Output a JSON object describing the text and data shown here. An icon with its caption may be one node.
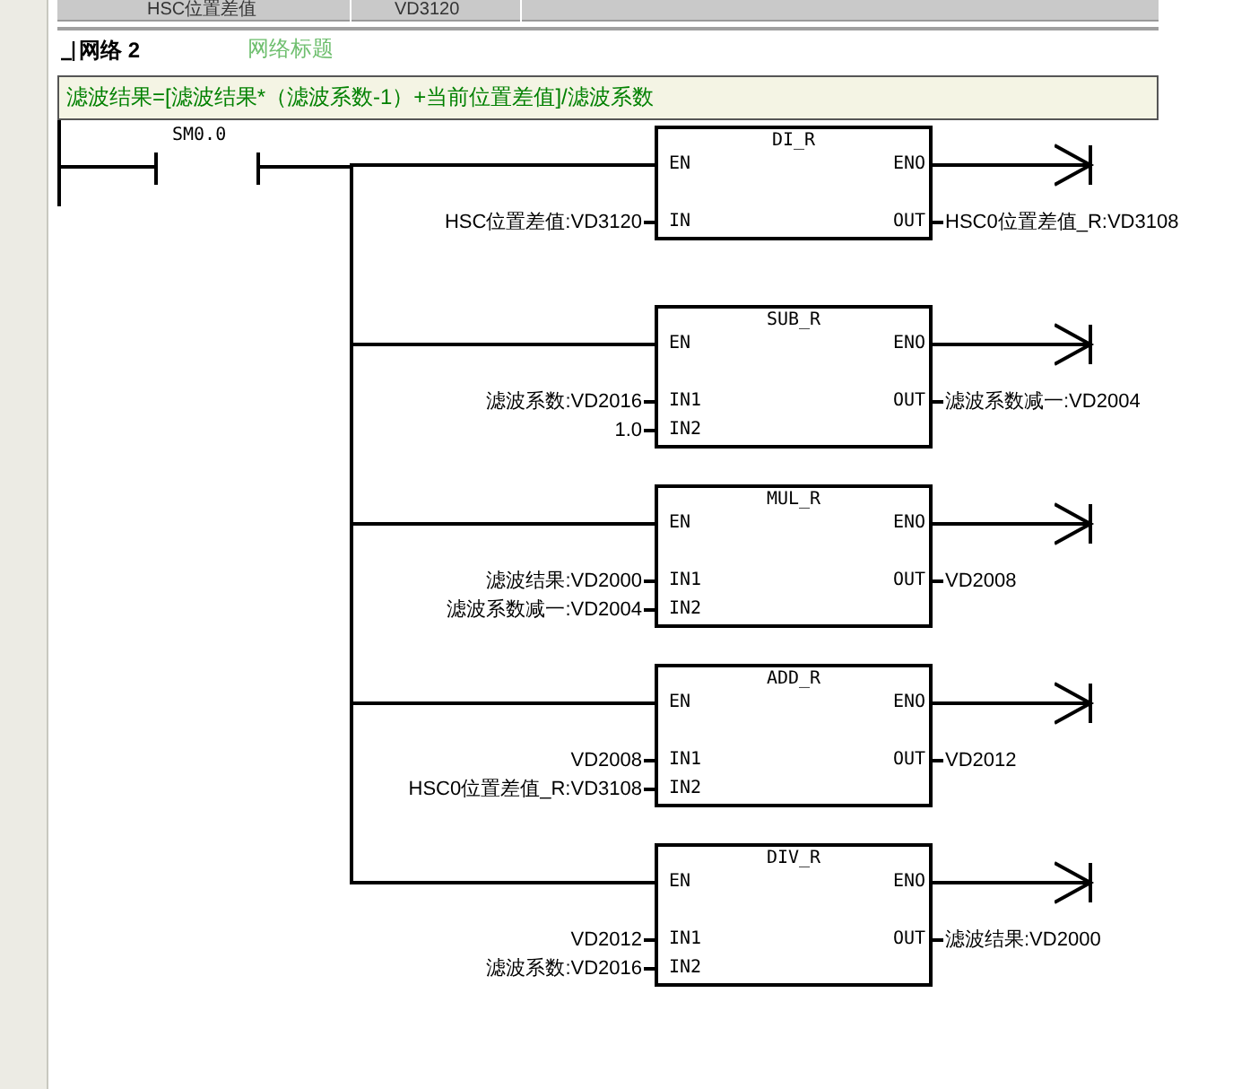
{
  "diagram": {
    "title": "网络 2",
    "nodes": [
      {
        "text": [],
        "shape": "bar"
      },
      {
        "text": [
          "SM0.0"
        ]
      },
      {
        "text": [
          "DI_R",
          "EN",
          "ENO",
          "IN",
          "OUT"
        ],
        "beside": [
          "HSC位置差值:VD3120",
          "HSC0位置差值_R:VD3108"
        ]
      },
      {
        "text": [
          "SUB_R",
          "EN",
          "ENO",
          "IN1",
          "IN2",
          "OUT"
        ],
        "beside": [
          "滤波系数:VD2016",
          "1.0",
          "滤波系数减一:VD2004"
        ]
      },
      {
        "text": [
          "MUL_R",
          "EN",
          "ENO",
          "IN1",
          "IN2",
          "OUT"
        ],
        "beside": [
          "滤波结果:VD2000",
          "滤波系数减一:VD2004",
          "VD2008"
        ]
      },
      {
        "text": [
          "ADD_R",
          "EN",
          "ENO",
          "IN1",
          "IN2",
          "OUT"
        ],
        "beside": [
          "VD2008",
          "HSC0位置差值_R:VD3108",
          "VD2012"
        ]
      },
      {
        "text": [
          "DIV_R",
          "EN",
          "ENO",
          "IN1",
          "IN2",
          "OUT"
        ],
        "beside": [
          "VD2012",
          "滤波系数:VD2016",
          "滤波结果:VD2000"
        ]
      }
    ],
    "edges": [
      {
        "from": 0,
        "to": 1,
        "arrow": "none"
      },
      {
        "from": 1,
        "to": 2,
        "arrow": "none"
      },
      {
        "from": 1,
        "to": 3,
        "arrow": "none"
      },
      {
        "from": 1,
        "to": 4,
        "arrow": "none"
      },
      {
        "from": 1,
        "to": 5,
        "arrow": "none"
      },
      {
        "from": 1,
        "to": 6,
        "arrow": "none"
      },
      {
        "from": 2,
        "to": null,
        "arrow": "to"
      },
      {
        "from": 3,
        "to": null,
        "arrow": "to"
      },
      {
        "from": 4,
        "to": null,
        "arrow": "to"
      },
      {
        "from": 5,
        "to": null,
        "arrow": "to"
      },
      {
        "from": 6,
        "to": null,
        "arrow": "to"
      }
    ],
    "labels": [
      "HSC位置差值",
      "VD3120",
      "网络标题",
      "滤波结果=[滤波结果*（滤波系数-1）+当前位置差值]/滤波系数"
    ]
  }
}
